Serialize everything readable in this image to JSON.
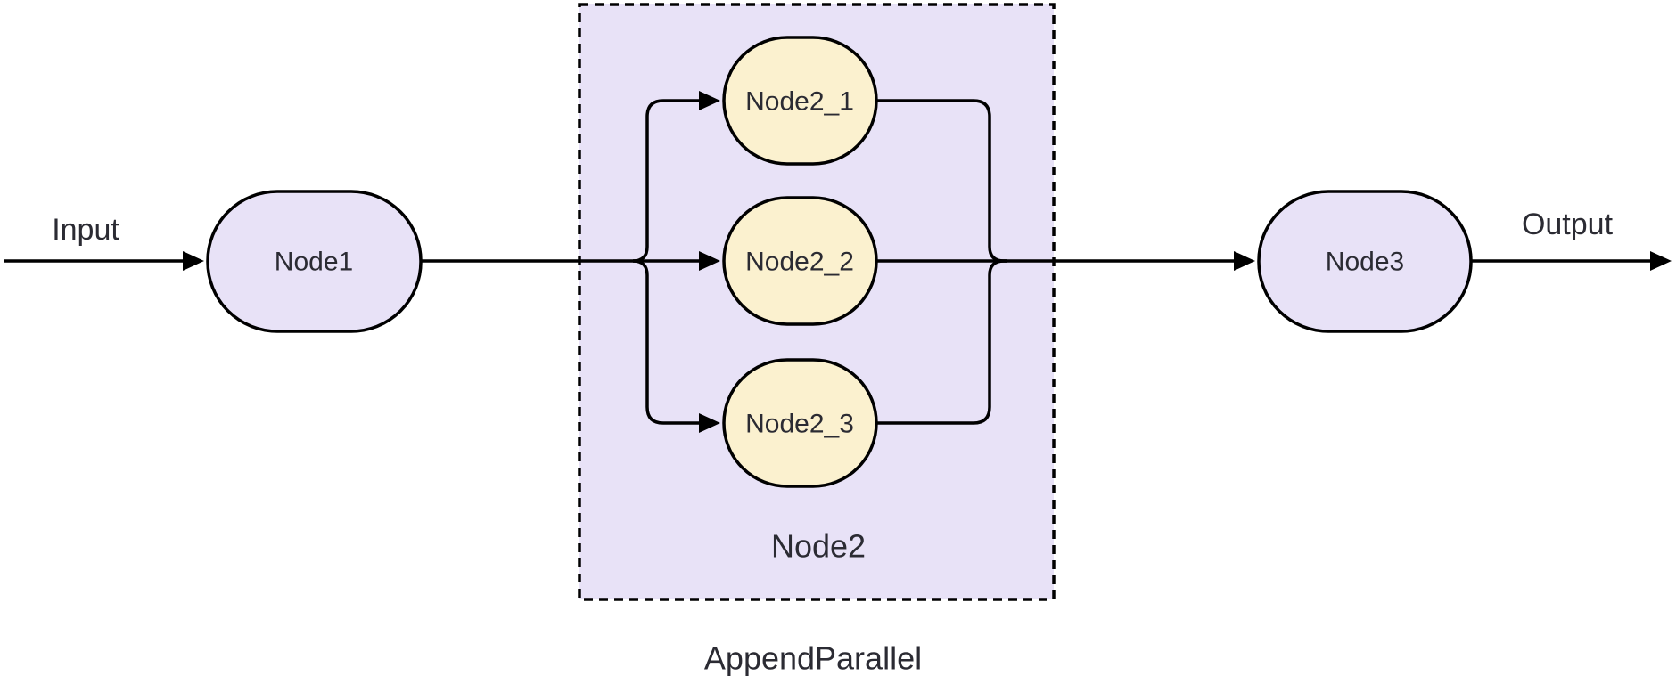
{
  "diagram": {
    "type": "flowchart",
    "theme": {
      "background": "#ffffff",
      "edge_color": "#000000",
      "text_color": "#2b2b33",
      "purple_node_fill": "#e8e2f7",
      "yellow_node_fill": "#fbf1cf",
      "group_fill": "#e8e2f7"
    },
    "edge_labels": {
      "input": "Input",
      "output": "Output"
    },
    "nodes": {
      "node1": {
        "label": "Node1",
        "fill": "#e8e2f7",
        "shape": "stadium"
      },
      "node2_1": {
        "label": "Node2_1",
        "fill": "#fbf1cf",
        "shape": "stadium"
      },
      "node2_2": {
        "label": "Node2_2",
        "fill": "#fbf1cf",
        "shape": "stadium"
      },
      "node2_3": {
        "label": "Node2_3",
        "fill": "#fbf1cf",
        "shape": "stadium"
      },
      "node3": {
        "label": "Node3",
        "fill": "#e8e2f7",
        "shape": "stadium"
      }
    },
    "group": {
      "label": "Node2",
      "caption": "AppendParallel",
      "fill": "#e8e2f7",
      "border_style": "dashed"
    }
  }
}
